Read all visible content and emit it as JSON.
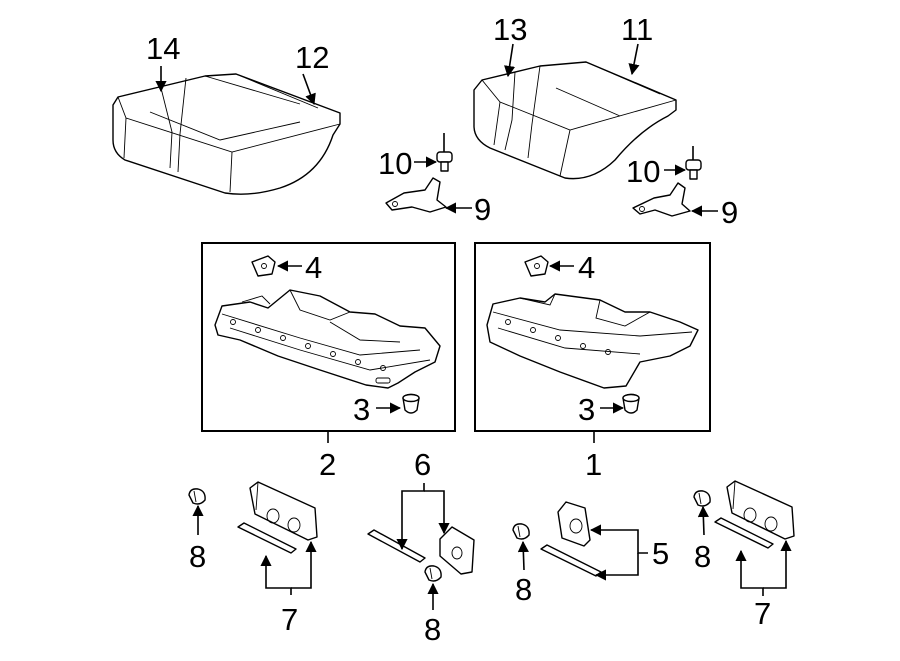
{
  "callouts": {
    "c1": "1",
    "c2": "2",
    "c3a": "3",
    "c3b": "3",
    "c4a": "4",
    "c4b": "4",
    "c5": "5",
    "c6": "6",
    "c7a": "7",
    "c7b": "7",
    "c8a": "8",
    "c8b": "8",
    "c8c": "8",
    "c8d": "8",
    "c9a": "9",
    "c9b": "9",
    "c10a": "10",
    "c10b": "10",
    "c11": "11",
    "c12": "12",
    "c13": "13",
    "c14": "14"
  }
}
